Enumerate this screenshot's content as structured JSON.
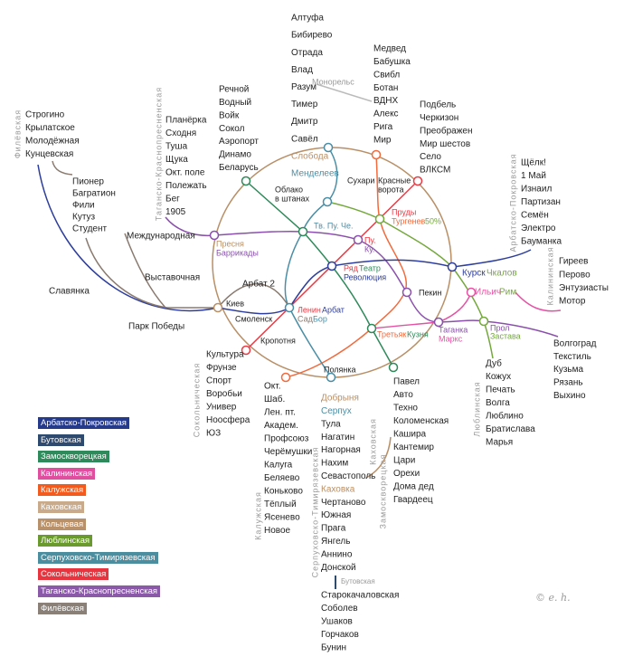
{
  "line_colors": {
    "arbat": "#2e3e9c",
    "butovo": "#2e4a6e",
    "zamosk": "#2e8a5a",
    "kalinin": "#e452a4",
    "kaluzh": "#f26a3c",
    "kakhov": "#c4a484",
    "ring": "#b98f66",
    "lyublin": "#74a83c",
    "serpukh": "#4a8ea6",
    "sokol": "#ec3a44",
    "tagansk": "#8a50ac",
    "filev": "#8a7a70",
    "mono": "#bbbbbb"
  },
  "legend": [
    {
      "label": "Арбатско-Покровская",
      "color": "#263a8c"
    },
    {
      "label": "Бутовская",
      "color": "#2e4a6e"
    },
    {
      "label": "Замоскворецкая",
      "color": "#2e8a5a"
    },
    {
      "label": "Калининская",
      "color": "#e04ea0"
    },
    {
      "label": "Калужская",
      "color": "#f25a1e"
    },
    {
      "label": "Каховская",
      "color": "#c9aa8a"
    },
    {
      "label": "Кольцевая",
      "color": "#b8916a"
    },
    {
      "label": "Люблинская",
      "color": "#6a9a2e"
    },
    {
      "label": "Серпуховско-Тимирязевская",
      "color": "#4a8ea0"
    },
    {
      "label": "Сокольническая",
      "color": "#e8343e"
    },
    {
      "label": "Таганско-Краснопресненская",
      "color": "#8a5aa8"
    },
    {
      "label": "Филёвская",
      "color": "#8a8078"
    }
  ],
  "columns": {
    "north": [
      "Алтуфа",
      "Бибирево",
      "Отрада",
      "Влад",
      "Разум",
      "Тимер",
      "Дмитр",
      "Савёл",
      {
        "text": "Слобода",
        "line": "ring"
      },
      {
        "text": "Менделеев",
        "line": "serpukh"
      }
    ],
    "medved": [
      "Медвед",
      "Бабушка",
      "Свибл",
      "Ботан",
      "ВДНХ",
      "Алекс",
      "Рига",
      "Мир"
    ],
    "podbel": [
      "Подбель",
      "Черкизон",
      "Преображен",
      "Мир шестов",
      "Село",
      "ВЛКСМ"
    ],
    "shchelk": [
      "Щёлк!",
      "1 Май",
      "Изнаил",
      "Партизан",
      "Семён",
      "Электро",
      "Бауманка"
    ],
    "gireev": [
      "Гиреев",
      "Перово",
      "Энтузиасты",
      "Мотор"
    ],
    "volgograd": [
      "Волгоград",
      "Текстиль",
      "Кузьма",
      "Рязань",
      "Выхино"
    ],
    "dub": [
      "Дуб",
      "Кожух",
      "Печать",
      "Волга",
      "Люблино",
      "Братислава",
      "Марья"
    ],
    "pavel": [
      "Павел",
      "Авто",
      "Техно",
      "Коломенская",
      "Кашира",
      "Кантемир",
      "Цари",
      "Орехи",
      "Дома дед",
      "Гвардеец"
    ],
    "serpukhov": [
      {
        "text": "Добрыня",
        "line": "ring"
      },
      {
        "text": "Серпух",
        "line": "serpukh"
      },
      "Тула",
      "Нагатин",
      "Нагорная",
      "Нахим",
      "Севастополь",
      {
        "text": "Каховка",
        "line": "ring"
      },
      "Чертаново",
      "Южная",
      "Прага",
      "Янгель",
      "Аннино",
      "Донской"
    ],
    "butovo": [
      "Старокачаловская",
      "Соболев",
      "Ушаков",
      "Горчаков",
      "Бунин"
    ],
    "okt": [
      "Окт.",
      "Шаб.",
      "Лен. пт.",
      "Академ.",
      "Профсоюз",
      "Черёмушки",
      "Калуга",
      "Беляево",
      "Коньково",
      "Тёплый",
      "Ясенево",
      "Новое"
    ],
    "kultura": [
      "Культура",
      "Фрунзе",
      "Спорт",
      "Воробьи",
      "Универ",
      "Ноосфера",
      "ЮЗ"
    ],
    "planerka": [
      "Планёрка",
      "Сходня",
      "Туша",
      "Щука",
      "Окт. поле",
      "Полежать",
      "Бег",
      "1905"
    ],
    "rechnoy": [
      "Речной",
      "Водный",
      "Войк",
      "Сокол",
      "Аэропорт",
      "Динамо",
      "Беларусь"
    ],
    "strogino": [
      "Строгино",
      "Крылатское",
      "Молодёжная",
      "Кунцевская"
    ],
    "pioner": [
      "Пионер",
      "Багратион",
      "Фили",
      "Кутуз",
      "Студент"
    ]
  },
  "vertical_labels": {
    "filev": "Филёвская",
    "tagansk": "Таганско-Краснопресненская",
    "arbat": "Арбатско-Покровская",
    "kalinin": "Калининская",
    "lyublin": "Люблинская",
    "sokol": "Сокольническая",
    "kaluzh": "Калужская",
    "serpukh": "Серпуховско-Тимирязевская",
    "zamosk": "Замоскворецкая",
    "kakhov": "Каховская",
    "butovo": "Бутовская"
  },
  "labels": {
    "monorail": "Монорельс",
    "mezhdunarodnaya": "Международная",
    "vystavochnaya": "Выставочная",
    "slavyanka": "Славянка",
    "park_pobedy": "Парк Победы",
    "arbat2": "Арбат 2",
    "kiev": "Киев",
    "smolensk": "Смоленск",
    "kropotnya": "Кропотня",
    "polyanka": "Полянка",
    "oblako1": "Облако",
    "oblako2": "в штанах",
    "tv_pu_che": "Тв. Пу. Че.",
    "pu": "Пу.",
    "ku": "Ку.",
    "ryad": "Ряд",
    "teatr": "Театр",
    "revolyuciya": "Революция",
    "lenin": "Ленин",
    "arbat": "Арбат",
    "sad": "Сад",
    "bor": "Бор",
    "pekin": "Пекин",
    "tretyak": "Третьяк",
    "kuznya": "Кузня",
    "taganka": "Таганка",
    "marks": "Маркс",
    "prol": "Прол",
    "zastava": "Застава",
    "ilich": "Ильич",
    "rim": "Рим",
    "kursk": "Курск",
    "chkalov": "Чкалов",
    "sukhari": "Сухари",
    "krasnye1": "Красные",
    "krasnye2": "ворота",
    "prudy": "Пруды",
    "turgenev": "Тургенев",
    "pct": "50%",
    "presnya": "Пресня",
    "barrikady": "Баррикады"
  },
  "copyright": "© e. h."
}
